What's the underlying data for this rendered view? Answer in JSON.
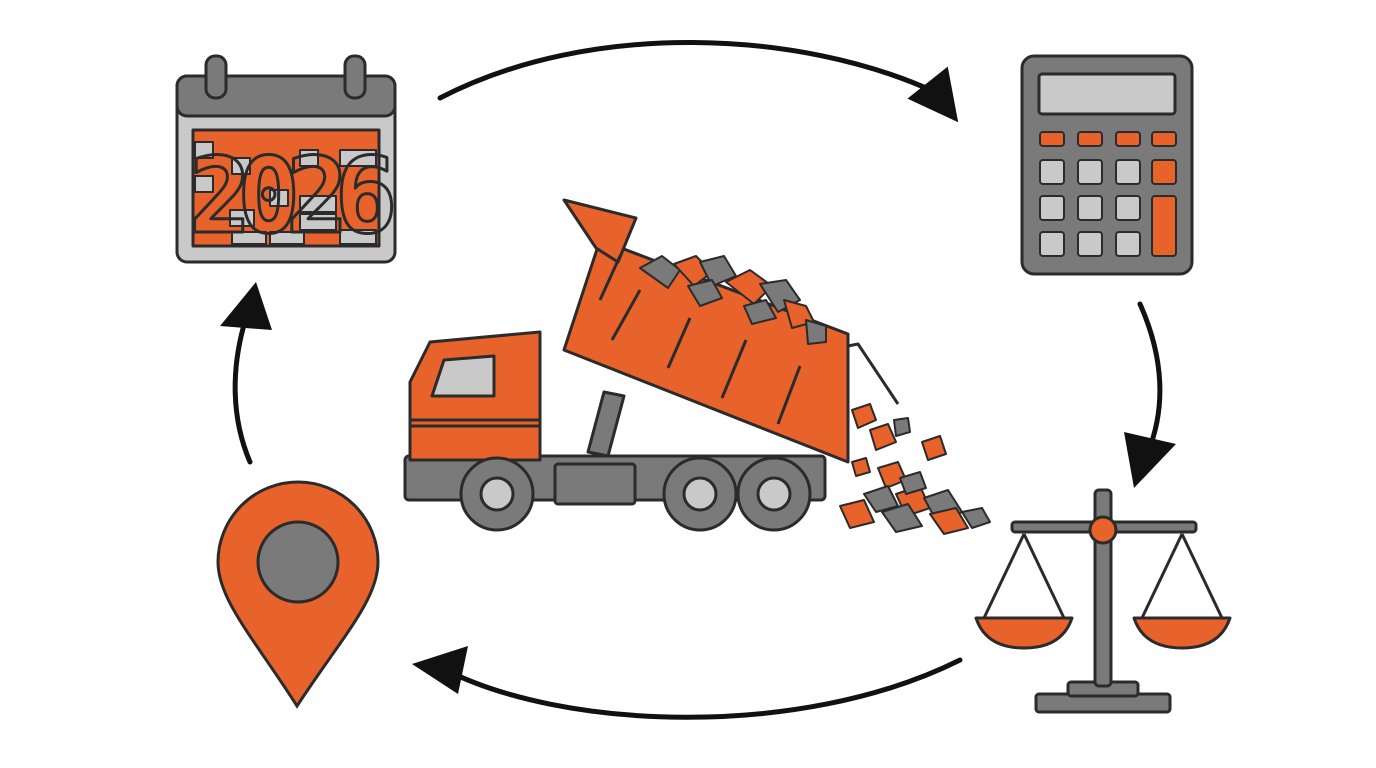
{
  "diagram": {
    "calendar": {
      "icon": "calendar-icon",
      "year_text": "2026"
    },
    "calculator": {
      "icon": "calculator-icon"
    },
    "scale": {
      "icon": "balance-scale-icon"
    },
    "location": {
      "icon": "location-pin-icon"
    },
    "truck": {
      "icon": "dump-truck-icon"
    },
    "arrows": {
      "direction": "clockwise",
      "count": 4
    }
  },
  "colors": {
    "orange": "#E8632B",
    "gray": "#7A7A7A",
    "light_gray": "#C9C9C9",
    "outline": "#2B2B2B",
    "white": "#FFFFFF"
  }
}
